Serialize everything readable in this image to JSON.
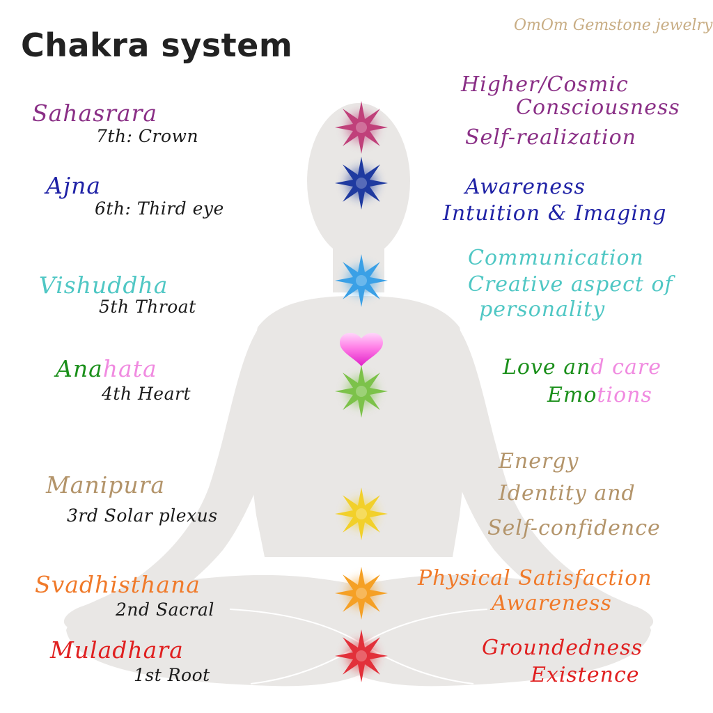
{
  "title": "Chakra system",
  "brand": "OmOm Gemstone jewelry",
  "colors": {
    "figure": "#e9e7e5",
    "sahasrara": "#8a2f86",
    "ajna": "#1f22a6",
    "vishuddha": "#4fc7c4",
    "anahata_green": "#1a8f1a",
    "anahata_pink": "#f08ae0",
    "manipura": "#b3946a",
    "svadhisthana": "#f07a2a",
    "muladhara": "#e02020"
  },
  "chakras": [
    {
      "name": "Sahasrara",
      "sub": "7th: Crown",
      "desc": [
        "Higher/Cosmic",
        "Consciousness",
        "Self-realization"
      ],
      "color": "#c0407a"
    },
    {
      "name": "Ajna",
      "sub": "6th: Third eye",
      "desc": [
        "Awareness",
        "Intuition & Imaging"
      ],
      "color": "#1f3aa0"
    },
    {
      "name": "Vishuddha",
      "sub": "5th Throat",
      "desc": [
        "Communication",
        "Creative aspect of",
        "personality"
      ],
      "color": "#3aa0e6"
    },
    {
      "name_a": "Ana",
      "name_b": "hata",
      "sub": "4th Heart",
      "desc_a1": "Love an",
      "desc_b1": "d care",
      "desc_a2": "Emo",
      "desc_b2": "tions",
      "color": "#7cc24a"
    },
    {
      "name": "Manipura",
      "sub": "3rd Solar plexus",
      "desc": [
        "Energy",
        "Identity and",
        "Self-confidence"
      ],
      "color": "#f2d02a"
    },
    {
      "name": "Svadhisthana",
      "sub": "2nd Sacral",
      "desc": [
        "Physical Satisfaction",
        "Awareness"
      ],
      "color": "#f5a025"
    },
    {
      "name": "Muladhara",
      "sub": "1st Root",
      "desc": [
        "Groundedness",
        "Existence"
      ],
      "color": "#e2303a"
    }
  ]
}
